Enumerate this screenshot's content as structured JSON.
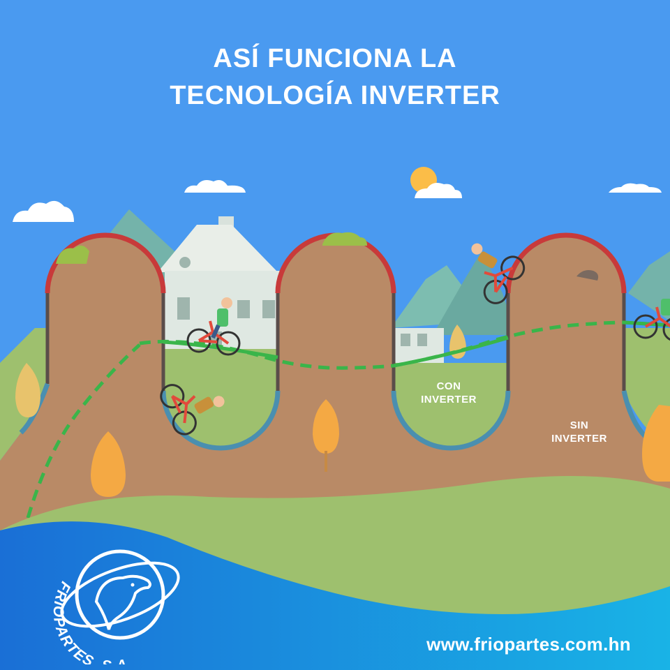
{
  "title": {
    "line1": "ASÍ FUNCIONA LA",
    "line2": "TECNOLOGÍA INVERTER"
  },
  "labels": {
    "con_line1": "CON",
    "con_line2": "INVERTER",
    "sin_line1": "SIN",
    "sin_line2": "INVERTER"
  },
  "brand": {
    "name": "FRIOPARTES, S.A.",
    "website": "www.friopartes.com.hn"
  },
  "colors": {
    "sky": "#4a9af0",
    "dirt": "#b98a66",
    "grass": "#9ec06e",
    "path": "#3ab54a",
    "hill_top_edge": "#c83a3a",
    "valley_edge": "#4a8fb0",
    "brand_blue": "#1a6fd6"
  },
  "icons": {
    "sun": "sun-icon",
    "clouds": "cloud-icon",
    "cyclist": "cyclist-icon",
    "logo": "polar-bear-logo"
  }
}
